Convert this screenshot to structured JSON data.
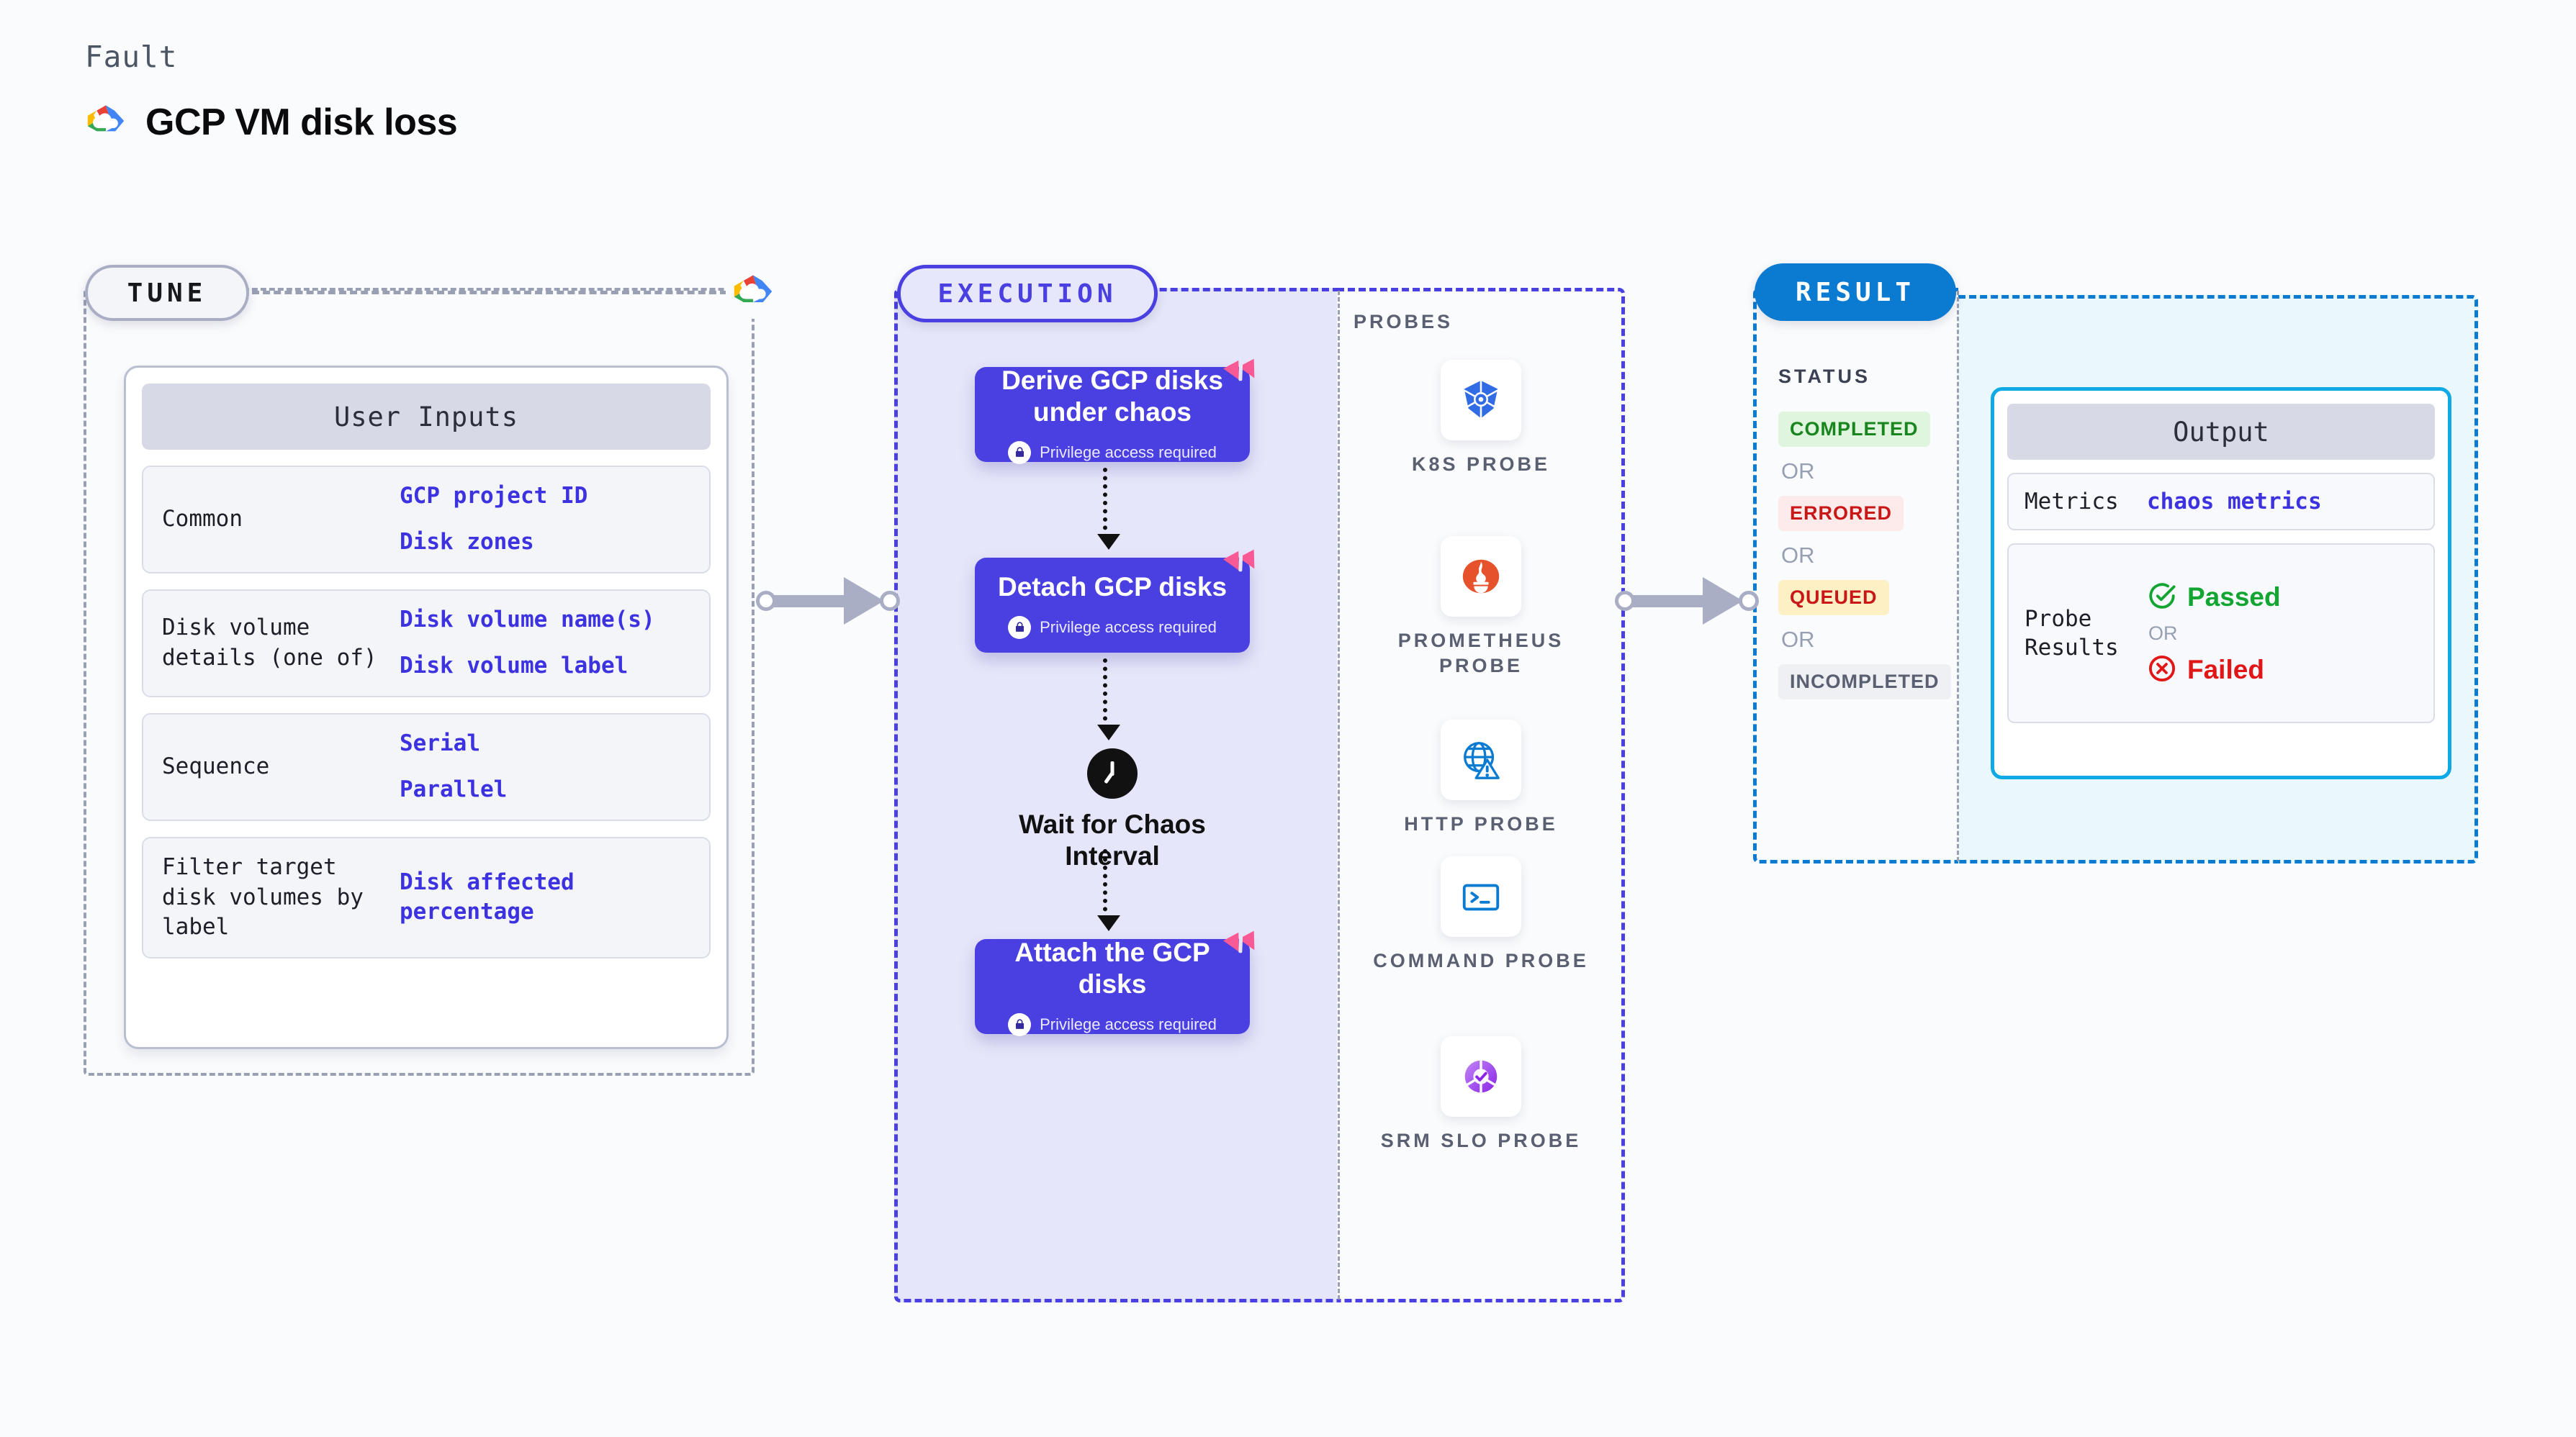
{
  "header": {
    "eyebrow": "Fault",
    "title": "GCP VM disk loss",
    "logo_icon": "gcp-logo-icon"
  },
  "tune": {
    "pill_label": "TUNE",
    "connector_logo_icon": "gcp-logo-icon",
    "user_inputs": {
      "title": "User Inputs",
      "rows": [
        {
          "label": "Common",
          "values": [
            "GCP project ID",
            "Disk zones"
          ]
        },
        {
          "label": "Disk volume details (one of)",
          "values": [
            "Disk volume name(s)",
            "Disk volume label"
          ]
        },
        {
          "label": "Sequence",
          "values": [
            "Serial",
            "Parallel"
          ]
        },
        {
          "label": "Filter target disk volumes by label",
          "values": [
            "Disk affected percentage"
          ]
        }
      ]
    }
  },
  "execution": {
    "pill_label": "EXECUTION",
    "steps": [
      {
        "type": "card",
        "title": "Derive GCP disks under chaos",
        "privilege_label": "Privilege access required",
        "lock_icon": "lock-icon",
        "flag_icon": "litmus-flag-icon"
      },
      {
        "type": "card",
        "title": "Detach GCP disks",
        "privilege_label": "Privilege access required",
        "lock_icon": "lock-icon",
        "flag_icon": "litmus-flag-icon"
      },
      {
        "type": "wait",
        "title": "Wait for Chaos Interval",
        "icon": "clock-icon"
      },
      {
        "type": "card",
        "title": "Attach the GCP disks",
        "privilege_label": "Privilege access required",
        "lock_icon": "lock-icon",
        "flag_icon": "litmus-flag-icon"
      }
    ]
  },
  "probes": {
    "title": "PROBES",
    "items": [
      {
        "label": "K8S PROBE",
        "icon": "kubernetes-icon"
      },
      {
        "label": "PROMETHEUS PROBE",
        "icon": "prometheus-icon"
      },
      {
        "label": "HTTP PROBE",
        "icon": "http-globe-warning-icon"
      },
      {
        "label": "COMMAND PROBE",
        "icon": "terminal-icon"
      },
      {
        "label": "SRM SLO PROBE",
        "icon": "srm-slo-icon"
      }
    ]
  },
  "result": {
    "pill_label": "RESULT",
    "status": {
      "title": "STATUS",
      "separator": "OR",
      "badges": [
        {
          "label": "COMPLETED",
          "bg": "#dff5de",
          "fg": "#18851f"
        },
        {
          "label": "ERRORED",
          "bg": "#fdeaea",
          "fg": "#c91616"
        },
        {
          "label": "QUEUED",
          "bg": "#fdf0c4",
          "fg": "#c91616"
        },
        {
          "label": "INCOMPLETED",
          "bg": "#eef0f4",
          "fg": "#5a6072"
        }
      ]
    },
    "output": {
      "title": "Output",
      "metrics_label": "Metrics",
      "metrics_value": "chaos metrics",
      "probe_results_label": "Probe Results",
      "separator": "OR",
      "passed_label": "Passed",
      "passed_icon": "check-circle-icon",
      "failed_label": "Failed",
      "failed_icon": "x-circle-icon"
    }
  },
  "colors": {
    "page_bg": "#fafbfd",
    "execution_accent": "#4a3fe0",
    "execution_fill": "#e6e6fa",
    "result_accent": "#0b7ad1",
    "output_fill": "#eaf8fd",
    "output_border": "#0fa9e6",
    "tune_accent": "#9aa0b4",
    "flag_pink": "#f85a96"
  }
}
